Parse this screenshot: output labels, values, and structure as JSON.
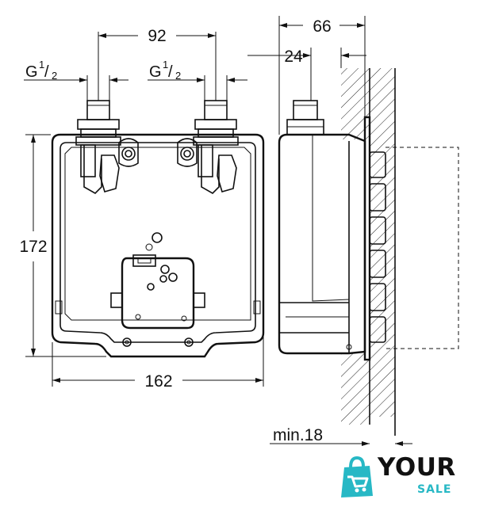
{
  "dimensions": {
    "spacing": "92",
    "width": "162",
    "height": "172",
    "depth_total": "66",
    "depth_part": "24",
    "wall_min": "min.18",
    "thread_left_base": "G",
    "thread_left_num": "1",
    "thread_left_den": "2",
    "thread_right_base": "G",
    "thread_right_num": "1",
    "thread_right_den": "2"
  },
  "watermark": {
    "brand_word": "YOUR",
    "brand_sub": "SALE",
    "accent_color": "#27b8c5"
  }
}
